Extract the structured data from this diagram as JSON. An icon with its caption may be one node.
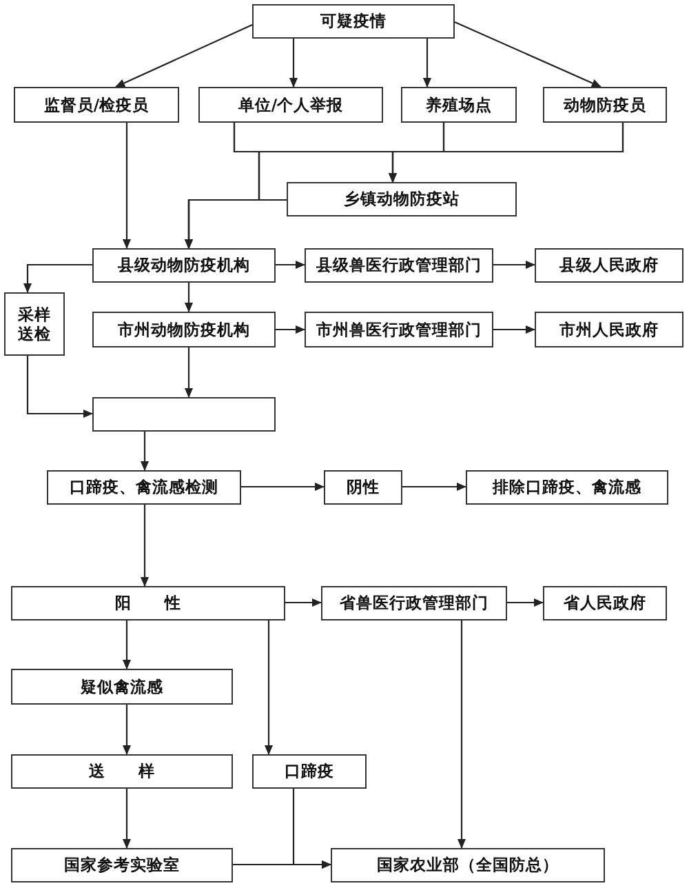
{
  "diagram": {
    "nodes": [
      {
        "text": [
          "可疑疫情"
        ]
      },
      {
        "text": [
          "监督员/检疫员"
        ]
      },
      {
        "text": [
          "单位/个人举报"
        ]
      },
      {
        "text": [
          "养殖场点"
        ]
      },
      {
        "text": [
          "动物防疫员"
        ]
      },
      {
        "text": [
          "乡镇动物防疫站"
        ]
      },
      {
        "text": [
          "县级动物防疫机构"
        ]
      },
      {
        "text": [
          "县级兽医行政管理部门"
        ]
      },
      {
        "text": [
          "县级人民政府"
        ]
      },
      {
        "text": [
          "采样送检"
        ]
      },
      {
        "text": [
          "市州动物防疫机构"
        ]
      },
      {
        "text": [
          "市州兽医行政管理部门"
        ]
      },
      {
        "text": [
          "市州人民政府"
        ]
      },
      {
        "text": [],
        "shape": "box"
      },
      {
        "text": [
          "口蹄疫、禽流感检测"
        ]
      },
      {
        "text": [
          "阴性"
        ]
      },
      {
        "text": [
          "排除口蹄疫、禽流感"
        ]
      },
      {
        "text": [
          "阳　　性"
        ]
      },
      {
        "text": [
          "省兽医行政管理部门"
        ]
      },
      {
        "text": [
          "省人民政府"
        ]
      },
      {
        "text": [
          "疑似禽流感"
        ]
      },
      {
        "text": [
          "送　　样"
        ]
      },
      {
        "text": [
          "口蹄疫"
        ]
      },
      {
        "text": [
          "国家参考实验室"
        ]
      },
      {
        "text": [
          "国家农业部（全国防总）"
        ]
      }
    ],
    "edges": [
      {
        "from": 0,
        "to": 1,
        "arrow": "to"
      },
      {
        "from": 0,
        "to": 2,
        "arrow": "to"
      },
      {
        "from": 0,
        "to": 3,
        "arrow": "to"
      },
      {
        "from": 0,
        "to": 4,
        "arrow": "to"
      },
      {
        "from": 2,
        "to": 5,
        "arrow": "to"
      },
      {
        "from": 3,
        "to": 5,
        "arrow": "to"
      },
      {
        "from": 4,
        "to": 5,
        "arrow": "to"
      },
      {
        "from": 2,
        "to": 6,
        "arrow": "to"
      },
      {
        "from": 3,
        "to": 6,
        "arrow": "to"
      },
      {
        "from": 4,
        "to": 6,
        "arrow": "to"
      },
      {
        "from": 5,
        "to": 6,
        "arrow": "to"
      },
      {
        "from": 1,
        "to": 6,
        "arrow": "to"
      },
      {
        "from": 6,
        "to": 7,
        "arrow": "to"
      },
      {
        "from": 7,
        "to": 8,
        "arrow": "to"
      },
      {
        "from": 6,
        "to": 9,
        "arrow": "to"
      },
      {
        "from": 6,
        "to": 10,
        "arrow": "to"
      },
      {
        "from": 10,
        "to": 11,
        "arrow": "to"
      },
      {
        "from": 11,
        "to": 12,
        "arrow": "to"
      },
      {
        "from": 10,
        "to": 13,
        "arrow": "to"
      },
      {
        "from": 9,
        "to": 13,
        "arrow": "to"
      },
      {
        "from": 13,
        "to": 14,
        "arrow": "to"
      },
      {
        "from": 14,
        "to": 15,
        "arrow": "to"
      },
      {
        "from": 15,
        "to": 16,
        "arrow": "to"
      },
      {
        "from": 14,
        "to": 17,
        "arrow": "to"
      },
      {
        "from": 17,
        "to": 18,
        "arrow": "to"
      },
      {
        "from": 18,
        "to": 19,
        "arrow": "to"
      },
      {
        "from": 17,
        "to": 20,
        "arrow": "to"
      },
      {
        "from": 20,
        "to": 21,
        "arrow": "to"
      },
      {
        "from": 21,
        "to": 23,
        "arrow": "to"
      },
      {
        "from": 17,
        "to": 22,
        "arrow": "to"
      },
      {
        "from": 22,
        "to": 24,
        "arrow": "to"
      },
      {
        "from": 23,
        "to": 24,
        "arrow": "to"
      },
      {
        "from": 18,
        "to": 24,
        "arrow": "to"
      }
    ]
  }
}
